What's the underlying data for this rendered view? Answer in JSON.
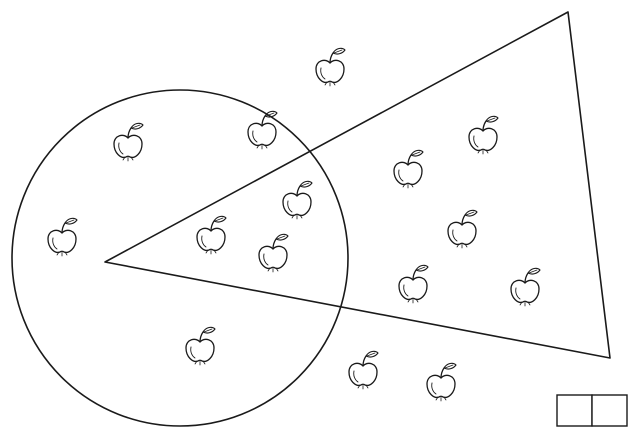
{
  "diagram": {
    "shapes": [
      {
        "kind": "circle"
      },
      {
        "kind": "triangle"
      }
    ],
    "apples": [
      {
        "id": "apple-outside-top",
        "region": "outside"
      },
      {
        "id": "apple-circle-1",
        "region": "circle"
      },
      {
        "id": "apple-circle-2",
        "region": "circle"
      },
      {
        "id": "apple-circle-3",
        "region": "circle"
      },
      {
        "id": "apple-circle-4",
        "region": "circle"
      },
      {
        "id": "apple-both-1",
        "region": "both"
      },
      {
        "id": "apple-both-2",
        "region": "both"
      },
      {
        "id": "apple-both-3",
        "region": "both"
      },
      {
        "id": "apple-triangle-1",
        "region": "triangle"
      },
      {
        "id": "apple-triangle-2",
        "region": "triangle"
      },
      {
        "id": "apple-triangle-3",
        "region": "triangle"
      },
      {
        "id": "apple-triangle-4",
        "region": "triangle"
      },
      {
        "id": "apple-triangle-5",
        "region": "triangle"
      },
      {
        "id": "apple-outside-bottom-1",
        "region": "outside"
      },
      {
        "id": "apple-outside-bottom-2",
        "region": "outside"
      }
    ],
    "answer_boxes": {
      "count": 2,
      "values": [
        "",
        ""
      ]
    },
    "colors": {
      "line": "#1a1a1a",
      "background": "#ffffff"
    }
  }
}
